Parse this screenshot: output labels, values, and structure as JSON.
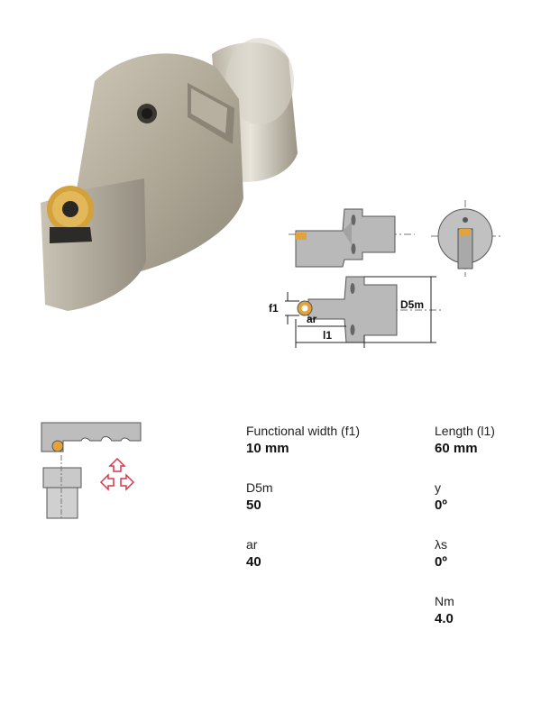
{
  "product": {
    "photo_icon": "toolholder-photo",
    "diagram_labels": {
      "f1": "f1",
      "ar": "ar",
      "l1": "l1",
      "d5m": "D5m"
    },
    "orientation_icon": "cutting-direction-arrows",
    "accent_color": "#d8364a",
    "insert_color": "#d3a23a"
  },
  "specs": [
    {
      "label": "Functional width (f1)",
      "value": "10 mm"
    },
    {
      "label": "Length (l1)",
      "value": "60 mm"
    },
    {
      "label": "D5m",
      "value": "50"
    },
    {
      "label": "y",
      "value": "0º"
    },
    {
      "label": "ar",
      "value": "40"
    },
    {
      "label": "λs",
      "value": "0º"
    },
    {
      "label": "Nm",
      "value": "4.0"
    }
  ]
}
